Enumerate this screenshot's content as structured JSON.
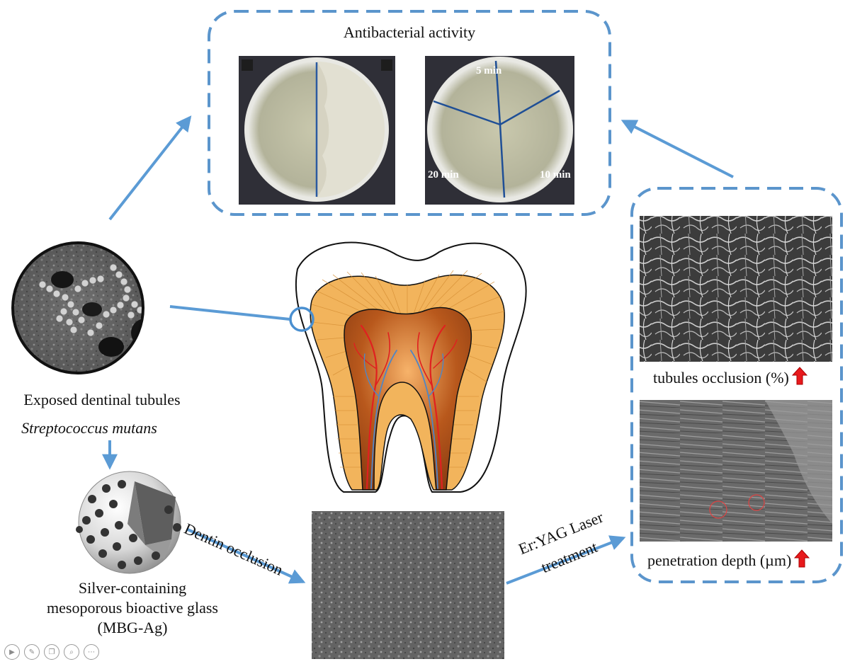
{
  "antibacterial": {
    "title": "Antibacterial activity",
    "plate_labels": [
      "5 min",
      "10 min",
      "20 min"
    ]
  },
  "left": {
    "tubules_label": "Exposed dentinal tubules",
    "bacteria_label": "Streptococcus mutans",
    "mbg_lines": [
      "Silver-containing",
      "mesoporous bioactive glass",
      "(MBG-Ag)"
    ]
  },
  "bottom": {
    "occlusion_label": "Dentin occlusion",
    "laser_lines": [
      "Er:YAG Laser",
      "treatment"
    ]
  },
  "right": {
    "occlusion_result": "tubules occlusion (%)",
    "penetration_result": "penetration depth (µm)"
  },
  "colors": {
    "dashed_border": "#5b95cc",
    "arrow": "#5b9bd5",
    "dentin": "#f2b45c",
    "pulp": "#9e4a17",
    "vessel_red": "#e02020",
    "vessel_blue": "#4f86c6",
    "result_arrow": "#e8191c"
  },
  "icons": [
    "play-icon",
    "pen-icon",
    "copy-icon",
    "zoom-icon",
    "more-icon"
  ]
}
